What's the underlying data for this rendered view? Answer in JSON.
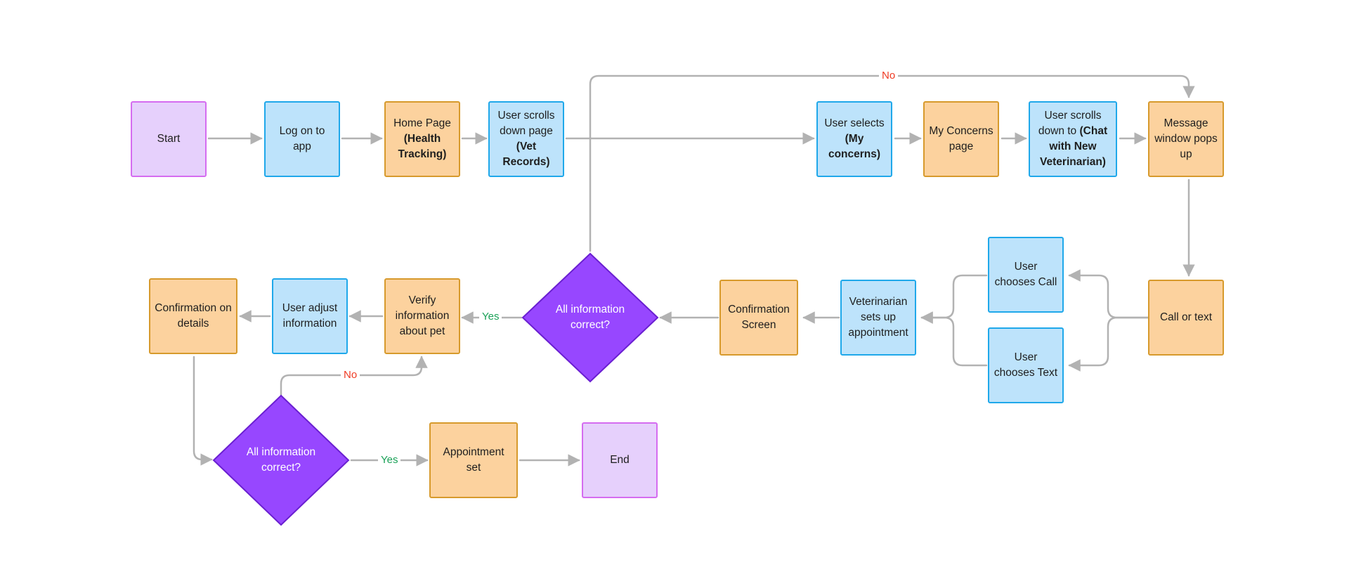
{
  "colors": {
    "connector": "#b2b2b2",
    "decision_fill": "#9747ff",
    "decision_stroke": "#6a1fd1",
    "no_label": "#ef3b24",
    "yes_label": "#1aa157"
  },
  "nodes": {
    "start": "Start",
    "log_on": "Log on to app",
    "home_page": {
      "text": "Home Page",
      "bold": "(Health Tracking)"
    },
    "vet_records": {
      "text": "User scrolls down page",
      "bold": "(Vet Records)"
    },
    "my_concerns_select": {
      "text": "User selects",
      "bold": "(My concerns)"
    },
    "my_concerns_page": "My Concerns page",
    "chat_new_vet": {
      "text": "User scrolls down to",
      "bold": "(Chat with New Veterinarian)"
    },
    "message_window": "Message window pops up",
    "call_or_text": "Call or text",
    "chooses_call": "User chooses Call",
    "chooses_text": "User chooses Text",
    "vet_sets_up": "Veterinarian sets up appointment",
    "confirmation_screen": "Confirmation Screen",
    "decision_1": "All information correct?",
    "verify_info": "Verify information about pet",
    "user_adjust": "User adjust information",
    "confirmation_details": "Confirmation on details",
    "decision_2": "All information correct?",
    "appointment_set": "Appointment set",
    "end": "End"
  },
  "edge_labels": {
    "top_no": "No",
    "decision1_yes": "Yes",
    "decision2_no": "No",
    "decision2_yes": "Yes"
  }
}
